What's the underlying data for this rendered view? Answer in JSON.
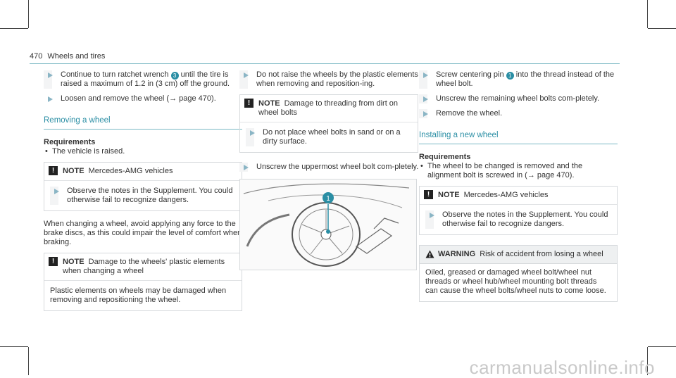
{
  "header": {
    "page": "470",
    "section": "Wheels and tires"
  },
  "col1": {
    "step1": "Continue to turn ratchet wrench",
    "step1_ref": "3",
    "step1_rest": "until the tire is raised a maximum of 1.2 in (3 cm) off the ground.",
    "step2": "Loosen and remove the wheel (→ page 470).",
    "section": "Removing a wheel",
    "requirements": "Requirements",
    "req_bullet": "The vehicle is raised.",
    "note1_title": "NOTE",
    "note1_text": "Mercedes-AMG vehicles",
    "note1_step": "Observe the notes in the Supplement. You could otherwise fail to recognize dangers.",
    "para": "When changing a wheel, avoid applying any force to the brake discs, as this could impair the level of comfort when braking.",
    "note2_title": "NOTE",
    "note2_text": "Damage to the wheels' plastic elements when changing a wheel",
    "note2_body": "Plastic elements on wheels may be damaged when removing and repositioning the wheel."
  },
  "col2": {
    "step1": "Do not raise the wheels by the plastic elements when removing and reposition-ing.",
    "note_title": "NOTE",
    "note_text": "Damage to threading from dirt on wheel bolts",
    "note_step": "Do not place wheel bolts in sand or on a dirty surface.",
    "step2": "Unscrew the uppermost wheel bolt com-pletely.",
    "figure_badge": "1"
  },
  "col3": {
    "step1": "Screw centering pin",
    "step1_ref": "1",
    "step1_rest": "into the thread instead of the wheel bolt.",
    "step2": "Unscrew the remaining wheel bolts com-pletely.",
    "step3": "Remove the wheel.",
    "section": "Installing a new wheel",
    "requirements": "Requirements",
    "req_bullet": "The wheel to be changed is removed and the alignment bolt is screwed in (→ page 470).",
    "note_title": "NOTE",
    "note_text": "Mercedes-AMG vehicles",
    "note_step": "Observe the notes in the Supplement. You could otherwise fail to recognize dangers.",
    "warn_title": "WARNING",
    "warn_text": "Risk of accident from losing a wheel",
    "warn_body": "Oiled, greased or damaged wheel bolt/wheel nut threads or wheel hub/wheel mounting bolt threads can cause the wheel bolts/wheel nuts to come loose."
  },
  "watermark": "carmanualsonline.info",
  "colors": {
    "accent": "#2a8ea4",
    "rule": "#7bb8c4"
  }
}
